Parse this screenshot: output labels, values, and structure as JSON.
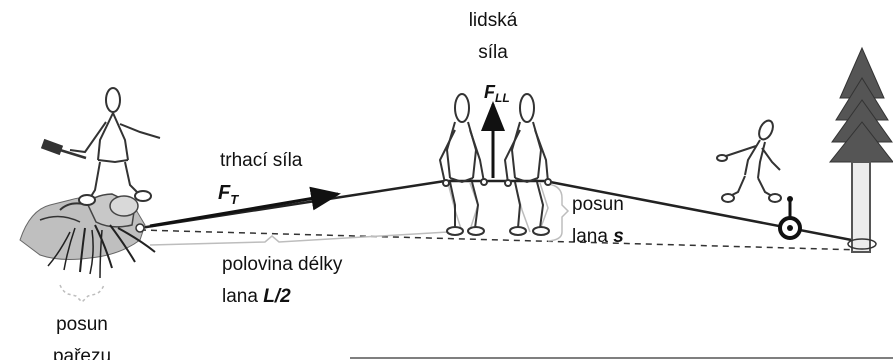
{
  "labels": {
    "human_force_line1": "lidská",
    "human_force_line2": "síla",
    "human_force_symbol": "F",
    "human_force_subscript": "LL",
    "pulling_force": "trhací síla",
    "pulling_force_symbol": "F",
    "pulling_force_subscript": "T",
    "rope_shift_line1": "posun",
    "rope_shift_line2_text": "lana ",
    "rope_shift_line2_symbol": "s",
    "half_length_line1": "polovina délky",
    "half_length_line2_text": "lana ",
    "half_length_line2_symbol": "L/2",
    "stump_shift_line1": "posun",
    "stump_shift_line2": "pařezu"
  },
  "colors": {
    "stroke": "#333333",
    "tree": "#555555",
    "stump": "#bfbfbf",
    "guide": "#bdbdbd"
  }
}
